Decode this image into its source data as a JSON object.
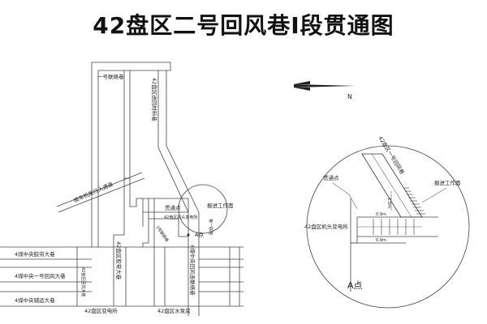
{
  "title": "42盘区二号回风巷I段贯通图",
  "compass": {
    "north_label": "N"
  },
  "main_labels": {
    "connection_roadway_1": "一号联络巷",
    "material_roadway": "42盘区进回材料巷",
    "shuttle_car_entry": "梭车机尾行人通道",
    "through_point": "贯通点",
    "substation": "42盘区机头变电所",
    "roadway_3": "3号联络巷",
    "point_a": "A点",
    "belt_roadway_4": "4煤中央胶带大巷",
    "return_roadway_4": "4煤中央一号回风大巷",
    "aux_roadway_4": "4煤中央辅运大巷",
    "panel_belt_roadway": "42盘区胶带大巷",
    "return_collar": "42盘区回风大巷",
    "main_return": "4煤中央回风连联络巷",
    "panel_substation": "42盘区变电所",
    "water_sump": "42盘区水泵房",
    "working_face": "掘进工作面",
    "small_vertical": "第一联络"
  },
  "detail_labels": {
    "return_roadway_2": "42盘区一号回风巷",
    "through_point": "贯通点",
    "working_face": "掘进工作面",
    "substation": "42盘区机头变电所",
    "point_a": "A点",
    "dim_1": "1.0m",
    "dim_2": "0.9m",
    "dim_3": "0.9m"
  }
}
